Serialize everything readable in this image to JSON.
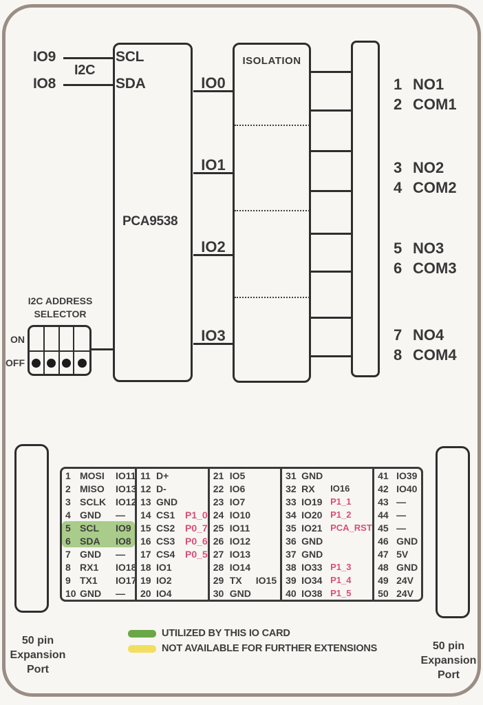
{
  "colors": {
    "card_border": "#9a8d85",
    "line": "#2e2e2e",
    "text": "#3d3d3d",
    "highlight_green": "#a9cc8a",
    "legend_green": "#6aa747",
    "legend_yellow": "#f2df5e",
    "pink": "#d94f72",
    "background": "#f7f6f3"
  },
  "diagram": {
    "inputs": [
      {
        "label": "IO9"
      },
      {
        "label": "IO8"
      }
    ],
    "bus_label": "I2C",
    "chip_pins": [
      "SCL",
      "SDA"
    ],
    "chip_label": "PCA9538",
    "isolation_label": "ISOLATION",
    "io_lines": [
      "IO0",
      "IO1",
      "IO2",
      "IO3"
    ],
    "outputs": [
      {
        "num": "1",
        "name": "NO1"
      },
      {
        "num": "2",
        "name": "COM1"
      },
      {
        "num": "3",
        "name": "NO2"
      },
      {
        "num": "4",
        "name": "COM2"
      },
      {
        "num": "5",
        "name": "NO3"
      },
      {
        "num": "6",
        "name": "COM3"
      },
      {
        "num": "7",
        "name": "NO4"
      },
      {
        "num": "8",
        "name": "COM4"
      }
    ],
    "selector": {
      "title_line1": "I2C ADDRESS",
      "title_line2": "SELECTOR",
      "on_label": "ON",
      "off_label": "OFF",
      "switches": [
        "OFF",
        "OFF",
        "OFF",
        "OFF"
      ]
    }
  },
  "pin_table": {
    "columns": [
      {
        "rows": [
          {
            "pin": "1",
            "name": "MOSI",
            "extra": "IO11"
          },
          {
            "pin": "2",
            "name": "MISO",
            "extra": "IO13"
          },
          {
            "pin": "3",
            "name": "SCLK",
            "extra": "IO12"
          },
          {
            "pin": "4",
            "name": "GND",
            "extra": "—"
          },
          {
            "pin": "5",
            "name": "SCL",
            "extra": "IO9",
            "hl": true
          },
          {
            "pin": "6",
            "name": "SDA",
            "extra": "IO8",
            "hl": true
          },
          {
            "pin": "7",
            "name": "GND",
            "extra": "—"
          },
          {
            "pin": "8",
            "name": "RX1",
            "extra": "IO18"
          },
          {
            "pin": "9",
            "name": "TX1",
            "extra": "IO17"
          },
          {
            "pin": "10",
            "name": "GND",
            "extra": "—"
          }
        ]
      },
      {
        "rows": [
          {
            "pin": "11",
            "name": "D+",
            "extra": ""
          },
          {
            "pin": "12",
            "name": "D-",
            "extra": ""
          },
          {
            "pin": "13",
            "name": "GND",
            "extra": ""
          },
          {
            "pin": "14",
            "name": "CS1",
            "extra": "P1_0",
            "pink": true
          },
          {
            "pin": "15",
            "name": "CS2",
            "extra": "P0_7",
            "pink": true
          },
          {
            "pin": "16",
            "name": "CS3",
            "extra": "P0_6",
            "pink": true
          },
          {
            "pin": "17",
            "name": "CS4",
            "extra": "P0_5",
            "pink": true
          },
          {
            "pin": "18",
            "name": "IO1",
            "extra": ""
          },
          {
            "pin": "19",
            "name": "IO2",
            "extra": ""
          },
          {
            "pin": "20",
            "name": "IO4",
            "extra": ""
          }
        ]
      },
      {
        "rows": [
          {
            "pin": "21",
            "name": "IO5",
            "extra": ""
          },
          {
            "pin": "22",
            "name": "IO6",
            "extra": ""
          },
          {
            "pin": "23",
            "name": "IO7",
            "extra": ""
          },
          {
            "pin": "24",
            "name": "IO10",
            "extra": ""
          },
          {
            "pin": "25",
            "name": "IO11",
            "extra": ""
          },
          {
            "pin": "26",
            "name": "IO12",
            "extra": ""
          },
          {
            "pin": "27",
            "name": "IO13",
            "extra": ""
          },
          {
            "pin": "28",
            "name": "IO14",
            "extra": ""
          },
          {
            "pin": "29",
            "name": "TX",
            "extra": "IO15"
          },
          {
            "pin": "30",
            "name": "GND",
            "extra": ""
          }
        ]
      },
      {
        "rows": [
          {
            "pin": "31",
            "name": "GND",
            "extra": ""
          },
          {
            "pin": "32",
            "name": "RX",
            "extra": "IO16"
          },
          {
            "pin": "33",
            "name": "IO19",
            "extra": "P1_1",
            "pink": true
          },
          {
            "pin": "34",
            "name": "IO20",
            "extra": "P1_2",
            "pink": true
          },
          {
            "pin": "35",
            "name": "IO21",
            "extra": "PCA_RST",
            "pink": true
          },
          {
            "pin": "36",
            "name": "GND",
            "extra": ""
          },
          {
            "pin": "37",
            "name": "GND",
            "extra": ""
          },
          {
            "pin": "38",
            "name": "IO33",
            "extra": "P1_3",
            "pink": true
          },
          {
            "pin": "39",
            "name": "IO34",
            "extra": "P1_4",
            "pink": true
          },
          {
            "pin": "40",
            "name": "IO38",
            "extra": "P1_5",
            "pink": true
          }
        ]
      },
      {
        "rows": [
          {
            "pin": "41",
            "name": "IO39",
            "extra": ""
          },
          {
            "pin": "42",
            "name": "IO40",
            "extra": ""
          },
          {
            "pin": "43",
            "name": "—",
            "extra": ""
          },
          {
            "pin": "44",
            "name": "—",
            "extra": ""
          },
          {
            "pin": "45",
            "name": "—",
            "extra": ""
          },
          {
            "pin": "46",
            "name": "GND",
            "extra": ""
          },
          {
            "pin": "47",
            "name": "5V",
            "extra": ""
          },
          {
            "pin": "48",
            "name": "GND",
            "extra": ""
          },
          {
            "pin": "49",
            "name": "24V",
            "extra": ""
          },
          {
            "pin": "50",
            "name": "24V",
            "extra": ""
          }
        ]
      }
    ]
  },
  "legend": [
    {
      "swatch": "green",
      "label": "UTILIZED BY THIS IO CARD"
    },
    {
      "swatch": "yellow",
      "label": "NOT AVAILABLE FOR FURTHER EXTENSIONS"
    }
  ],
  "expansion_ports": {
    "left": [
      "50 pin",
      "Expansion",
      "Port"
    ],
    "right": [
      "50 pin",
      "Expansion",
      "Port"
    ]
  }
}
